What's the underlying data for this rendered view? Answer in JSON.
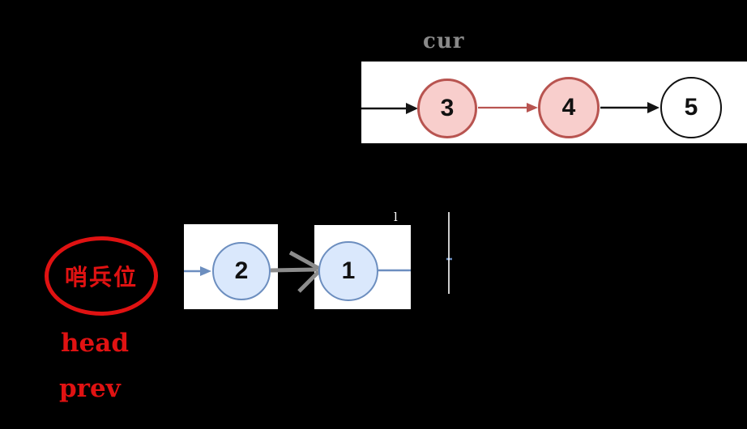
{
  "colors": {
    "background": "#000000",
    "panel": "#ffffff",
    "node_red_fill": "#f8cecc",
    "node_red_stroke": "#b85450",
    "node_blue_fill": "#dae8fc",
    "node_blue_stroke": "#6c8ebf",
    "arrow_black": "#141414",
    "arrow_red": "#b85450",
    "arrow_blue": "#6c8ebf",
    "arrow_gray": "#8c8c8c",
    "label_gray": "#8a8a8a",
    "label_red": "#e01212",
    "tick_white": "#ffffff"
  },
  "upper_list": {
    "pointer_label": "cur",
    "nodes": [
      {
        "value": "3",
        "highlight": "red"
      },
      {
        "value": "4",
        "highlight": "red"
      },
      {
        "value": "5",
        "highlight": "none"
      }
    ]
  },
  "lower_list": {
    "sentinel_label": "哨兵位",
    "head_label": "head",
    "prev_label": "prev",
    "stray_tick": "l",
    "nodes": [
      {
        "value": "2"
      },
      {
        "value": "1"
      }
    ]
  }
}
